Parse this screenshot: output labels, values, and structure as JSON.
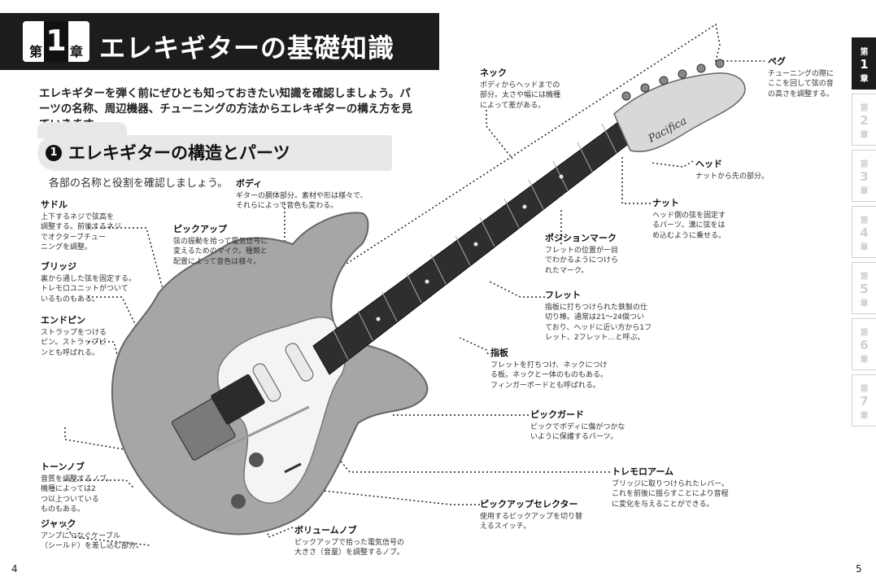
{
  "chapter": {
    "dai": "第",
    "num": "1",
    "sho": "章",
    "title": "エレキギターの基礎知識"
  },
  "intro": "エレキギターを弾く前にぜひとも知っておきたい知識を確認しましょう。パーツの名称、周辺機器、チューニングの方法からエレキギターの構え方を見ていきます。",
  "section": {
    "num": "1",
    "title": "エレキギターの構造とパーツ",
    "subtitle": "各部の名称と役割を確認しましょう。"
  },
  "guitar": {
    "headstock_text": "Pacifica"
  },
  "parts": {
    "saddle": {
      "name": "サドル",
      "lines": [
        "上下するネジで弦高を",
        "調整する。前後するネジ",
        "でオクターブチュー",
        "ニングを調整。"
      ]
    },
    "bridge": {
      "name": "ブリッジ",
      "lines": [
        "裏から通した弦を固定する。",
        "トレモロユニットがついて",
        "いるものもある。"
      ]
    },
    "endpin": {
      "name": "エンドピン",
      "lines": [
        "ストラップをつける",
        "ピン。ストラップピ",
        "ンとも呼ばれる。"
      ]
    },
    "toneknob": {
      "name": "トーンノブ",
      "lines": [
        "音質を調整するノブ。",
        "機種によっては2",
        "つ以上ついている",
        "ものもある。"
      ]
    },
    "jack": {
      "name": "ジャック",
      "lines": [
        "アンプにつなぐケーブル",
        "（シールド）を差し込む部分。"
      ]
    },
    "body": {
      "name": "ボディ",
      "lines": [
        "ギターの胴体部分。素材や形は様々で、",
        "それらによって音色も変わる。"
      ]
    },
    "pickup": {
      "name": "ピックアップ",
      "lines": [
        "弦の振動を拾って電気信号に",
        "変えるためのマイク。種類と",
        "配置によって音色は様々。"
      ]
    },
    "volumeknob": {
      "name": "ボリュームノブ",
      "lines": [
        "ピックアップで拾った電気信号の",
        "大きさ（音量）を調整するノブ。"
      ]
    },
    "neck": {
      "name": "ネック",
      "lines": [
        "ボディからヘッドまでの",
        "部分。太さや幅には機種",
        "によって差がある。"
      ]
    },
    "peg": {
      "name": "ペグ",
      "lines": [
        "チューニングの際に",
        "ここを回して弦の音",
        "の高さを調整する。"
      ]
    },
    "head": {
      "name": "ヘッド",
      "lines": [
        "ナットから先の部分。"
      ]
    },
    "nut": {
      "name": "ナット",
      "lines": [
        "ヘッド側の弦を固定す",
        "るパーツ。溝に弦をは",
        "め込むように乗せる。"
      ]
    },
    "positionmark": {
      "name": "ポジションマーク",
      "lines": [
        "フレットの位置が一目",
        "でわかるようにつけら",
        "れたマーク。"
      ]
    },
    "fret": {
      "name": "フレット",
      "lines": [
        "指板に打ちつけられた鉄製の仕",
        "切り棒。通常は21～24個つい",
        "ており、ヘッドに近い方から1フ",
        "レット、2フレット…と呼ぶ。"
      ]
    },
    "fingerboard": {
      "name": "指板",
      "lines": [
        "フレットを打ちつけ、ネックにつけ",
        "る板。ネックと一体のものもある。",
        "フィンガーボードとも呼ばれる。"
      ]
    },
    "pickguard": {
      "name": "ピックガード",
      "lines": [
        "ピックでボディに傷がつかな",
        "いように保護するパーツ。"
      ]
    },
    "tremoloarm": {
      "name": "トレモロアーム",
      "lines": [
        "ブリッジに取りつけられたレバー。",
        "これを前後に揺らすことにより音程",
        "に変化を与えることができる。"
      ]
    },
    "selector": {
      "name": "ピックアップセレクター",
      "lines": [
        "使用するピックアップを切り替",
        "えるスイッチ。"
      ]
    }
  },
  "tabs": [
    {
      "dai": "第",
      "num": "1",
      "sho": "章",
      "active": true
    },
    {
      "dai": "第",
      "num": "2",
      "sho": "章",
      "active": false
    },
    {
      "dai": "第",
      "num": "3",
      "sho": "章",
      "active": false
    },
    {
      "dai": "第",
      "num": "4",
      "sho": "章",
      "active": false
    },
    {
      "dai": "第",
      "num": "5",
      "sho": "章",
      "active": false
    },
    {
      "dai": "第",
      "num": "6",
      "sho": "章",
      "active": false
    },
    {
      "dai": "第",
      "num": "7",
      "sho": "章",
      "active": false
    }
  ],
  "page_left": "4",
  "page_right": "5",
  "colors": {
    "bar": "#1c1c1c",
    "body_gray": "#a6a6a6",
    "guard": "#f4f4f4",
    "fingerboard": "#2e2e2e"
  }
}
